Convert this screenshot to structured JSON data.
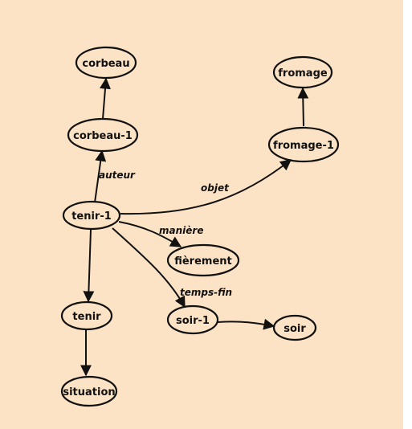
{
  "nodes": {
    "corbeau": "corbeau",
    "corbeau_1": "corbeau-1",
    "fromage": "fromage",
    "fromage_1": "fromage-1",
    "tenir_1": "tenir-1",
    "fierement": "fièrement",
    "tenir": "tenir",
    "soir_1": "soir-1",
    "soir": "soir",
    "situation": "situation"
  },
  "edges": {
    "auteur": "auteur",
    "objet": "objet",
    "maniere": "manière",
    "temps_fin": "temps-fin"
  }
}
